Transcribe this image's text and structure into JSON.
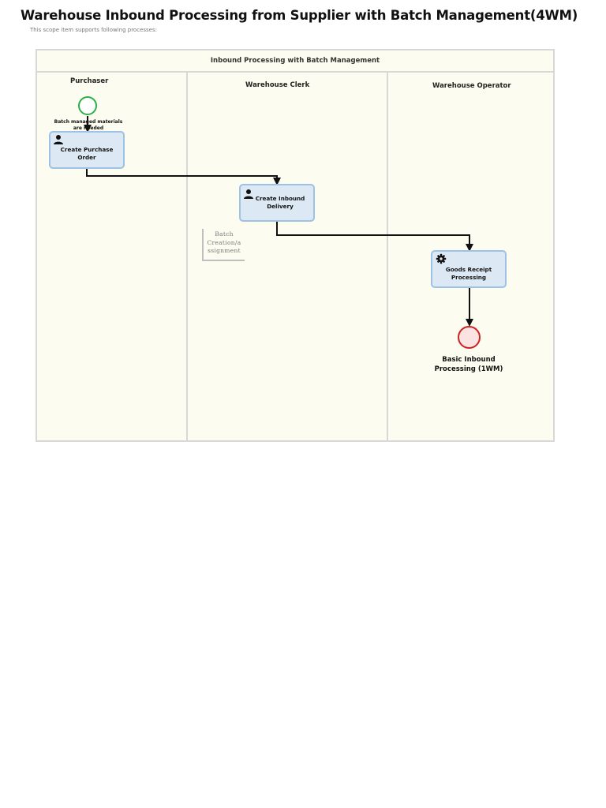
{
  "page": {
    "title": "Warehouse Inbound Processing from Supplier with Batch Management(4WM)",
    "subtitle": "This scope item supports following processes:"
  },
  "pool": {
    "title": "Inbound Processing with Batch Management",
    "lanes": [
      {
        "label": "Purchaser"
      },
      {
        "label": "Warehouse Clerk"
      },
      {
        "label": "Warehouse Operator"
      }
    ]
  },
  "start_event": {
    "label": "Batch managed materials are needed"
  },
  "tasks": [
    {
      "label": "Create Purchase Order",
      "icon": "user-icon"
    },
    {
      "label": "Create Inbound Delivery",
      "icon": "user-icon"
    },
    {
      "label": "Goods Receipt Processing",
      "icon": "gear-icon"
    }
  ],
  "annotation": {
    "text": "Batch\nCreation/a\nssignment"
  },
  "end_event": {
    "label": "Basic Inbound Processing (1WM)"
  },
  "colors": {
    "start_event_stroke": "#2bb048",
    "end_event_stroke": "#cc2222",
    "end_event_fill": "#fbe3e1",
    "task_fill": "#dce8f4",
    "task_stroke": "#9dc2e4",
    "pool_fill": "#fdfcf0"
  }
}
